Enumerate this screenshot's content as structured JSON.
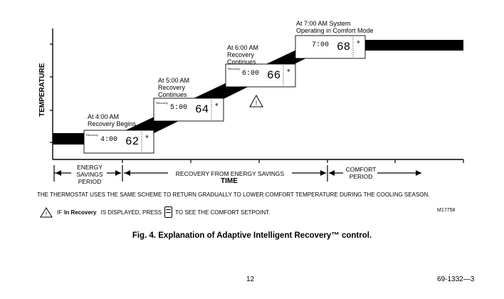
{
  "diagram": {
    "y_axis_label": "TEMPERATURE",
    "x_axis_label": "TIME",
    "displays": [
      {
        "caption_line1": "At 4:00 AM",
        "caption_line2": "Recovery Begins",
        "time": "4:00",
        "temp": "62",
        "mode_text": "Recovery"
      },
      {
        "caption_line1": "At 5:00 AM",
        "caption_line2": "Recovery",
        "caption_line3": "Continues",
        "time": "5:00",
        "temp": "64",
        "mode_text": "Recovery"
      },
      {
        "caption_line1": "At 6:00 AM",
        "caption_line2": "Recovery",
        "caption_line3": "Continues",
        "time": "6:00",
        "temp": "66",
        "mode_text": "Recovery"
      },
      {
        "caption_line1": "At 7:00 AM System",
        "caption_line2": "Operating in Comfort Mode",
        "time": "7:00",
        "temp": "68",
        "mode_text": ""
      }
    ],
    "periods": {
      "energy_line1": "ENERGY",
      "energy_line2": "SAVINGS",
      "energy_line3": "PERIOD",
      "recovery": "RECOVERY FROM ENERGY SAVINGS",
      "comfort_line1": "COMFORT",
      "comfort_line2": "PERIOD"
    },
    "warning_symbol": "!"
  },
  "notes": {
    "scheme_note": "THE THERMOSTAT USES THE SAME SCHEME TO RETURN  GRADUALLY TO LOWER COMFORT TEMPERATURE DURING THE COOLING SEASON.",
    "if_text": "IF",
    "in_recovery": "In Recovery",
    "displayed_press": "IS DISPLAYED, PRESS",
    "see_setpoint": "TO SEE THE COMFORT SETPOINT.",
    "figure_code": "M17758"
  },
  "caption": "Fig. 4. Explanation of Adaptive Intelligent Recovery™ control.",
  "footer": {
    "page_number": "12",
    "doc_number": "69-1332—3"
  }
}
